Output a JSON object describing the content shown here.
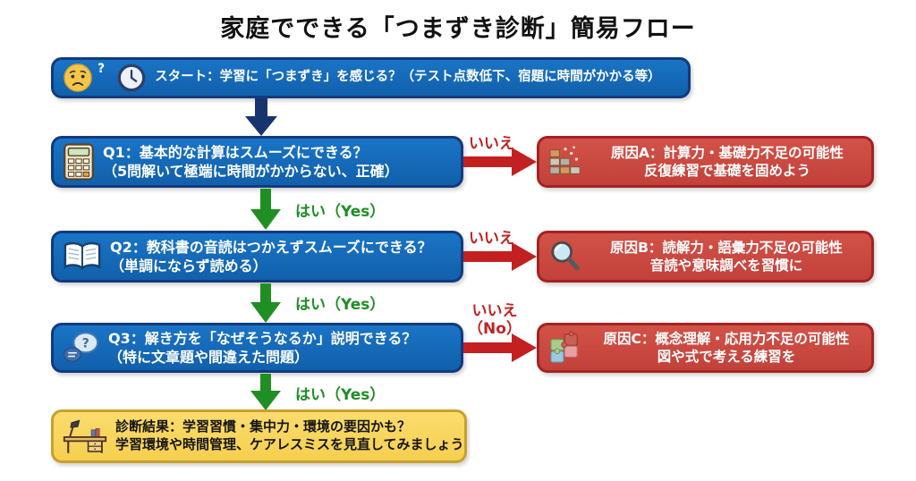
{
  "title": "家庭でできる「つまずき診断」簡易フロー",
  "start": {
    "text": "スタート：学習に「つまずき」を感じる？（テスト点数低下、宿題に時間がかかる等）"
  },
  "flow_labels": {
    "yes": "はい（Yes）",
    "no": "いいえ",
    "no_q3_line1": "いいえ",
    "no_q3_line2": "（No）"
  },
  "questions": [
    {
      "line1": "Q1：基本的な計算はスムーズにできる？",
      "line2": "（5問解いて極端に時間がかからない、正確）"
    },
    {
      "line1": "Q2：教科書の音読はつかえずスムーズにできる？",
      "line2": "（単調にならず読める）"
    },
    {
      "line1": "Q3：解き方を「なぜそうなるか」説明できる？",
      "line2": "（特に文章題や間違えた問題）"
    }
  ],
  "causes": [
    {
      "line1": "原因A：計算力・基礎力不足の可能性",
      "line2": "反復練習で基礎を固めよう"
    },
    {
      "line1": "原因B：読解力・語彙力不足の可能性",
      "line2": "音読や意味調べを習慣に"
    },
    {
      "line1": "原因C：概念理解・応用力不足の可能性",
      "line2": "図や式で考える練習を"
    }
  ],
  "result": {
    "line1": "診断結果：学習習慣・集中力・環境の要因かも？",
    "line2": "学習環境や時間管理、ケアレスミスを見直してみましょう"
  },
  "colors": {
    "question_box": "#1668b8",
    "question_border": "#123a7e",
    "cause_box": "#cc4a41",
    "cause_border": "#a32222",
    "result_box": "#f8d55e",
    "result_border": "#c9a02c",
    "yes_green": "#1f8f24",
    "no_red": "#c32121",
    "start_arrow_navy": "#16356f"
  }
}
